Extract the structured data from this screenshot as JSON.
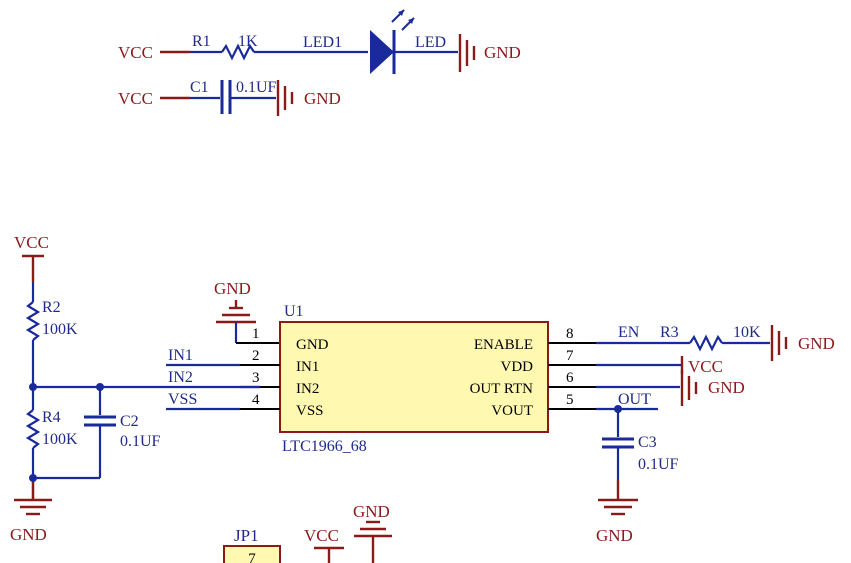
{
  "power": {
    "vcc": "VCC",
    "gnd": "GND"
  },
  "top": {
    "r1_ref": "R1",
    "r1_val": "1K",
    "led_ref": "LED1",
    "led_val": "LED",
    "c1_ref": "C1",
    "c1_val": "0.1UF"
  },
  "left": {
    "r2_ref": "R2",
    "r2_val": "100K",
    "r4_ref": "R4",
    "r4_val": "100K",
    "c2_ref": "C2",
    "c2_val": "0.1UF"
  },
  "u1": {
    "ref": "U1",
    "part": "LTC1966_68",
    "pins_left": [
      {
        "num": "1",
        "name": "GND"
      },
      {
        "num": "2",
        "name": "IN1"
      },
      {
        "num": "3",
        "name": "IN2"
      },
      {
        "num": "4",
        "name": "VSS"
      }
    ],
    "pins_right": [
      {
        "num": "8",
        "name": "ENABLE"
      },
      {
        "num": "7",
        "name": "VDD"
      },
      {
        "num": "6",
        "name": "OUT RTN"
      },
      {
        "num": "5",
        "name": "VOUT"
      }
    ]
  },
  "nets": {
    "in1": "IN1",
    "in2": "IN2",
    "vss": "VSS",
    "en": "EN",
    "out": "OUT"
  },
  "right": {
    "r3_ref": "R3",
    "r3_val": "10K",
    "c3_ref": "C3",
    "c3_val": "0.1UF"
  },
  "bottom": {
    "jp1_ref": "JP1",
    "jp1_pin": "7"
  },
  "colors": {
    "wire": "#1a2a9a",
    "power": "#8b1a1a",
    "chip_fill": "#fff8b0"
  }
}
